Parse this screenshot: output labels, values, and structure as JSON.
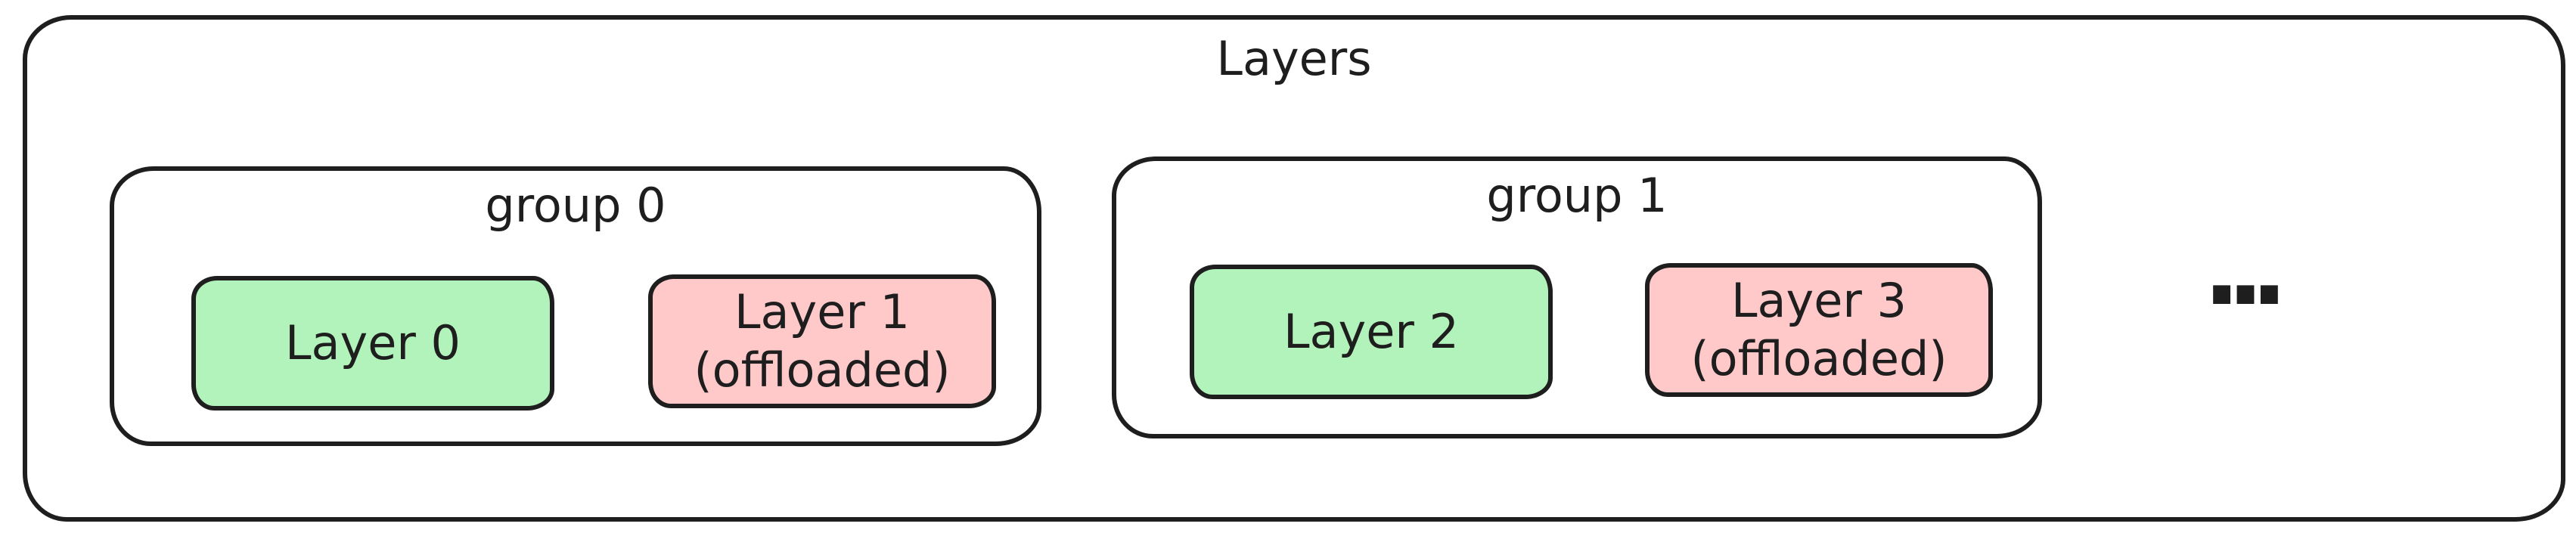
{
  "diagram": {
    "title": "Layers",
    "ellipsis": "...",
    "groups": [
      {
        "label": "group 0",
        "layers": [
          {
            "name": "Layer 0",
            "state": "resident"
          },
          {
            "name": "Layer 1",
            "annotation": "(offloaded)",
            "state": "offloaded"
          }
        ]
      },
      {
        "label": "group 1",
        "layers": [
          {
            "name": "Layer 2",
            "state": "resident"
          },
          {
            "name": "Layer 3",
            "annotation": "(offloaded)",
            "state": "offloaded"
          }
        ]
      }
    ]
  },
  "colors": {
    "stroke": "#1e1e1e",
    "resident_fill": "#b2f2bb",
    "offloaded_fill": "#ffc9c9",
    "background": "#ffffff"
  }
}
